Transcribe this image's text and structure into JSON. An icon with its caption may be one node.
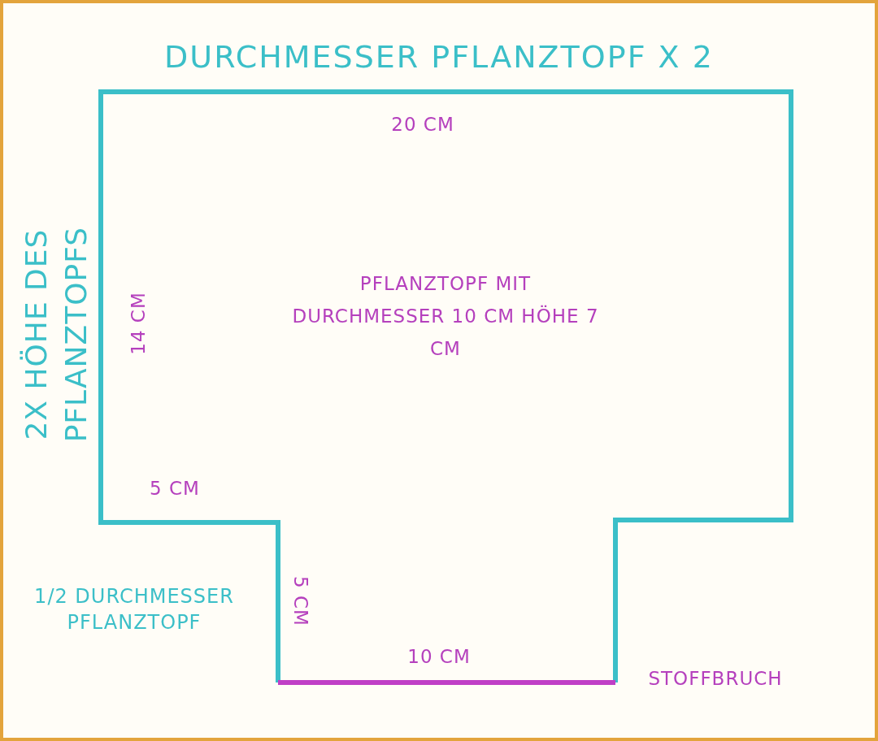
{
  "diagram": {
    "title": "DURCHMESSER PFLANZTOPF X 2",
    "nodes": [
      {
        "text": [
          "PFLANZTOPF MIT DURCHMESSER 10 CM HÖHE 7 CM"
        ]
      }
    ],
    "labels": [
      "20 CM",
      "2X HÖHE DES PFLANZTOPFS",
      "14 CM",
      "5 CM",
      "1/2 DURCHMESSER PFLANZTOPF",
      "5 CM",
      "10 CM",
      "STOFFBRUCH"
    ]
  }
}
